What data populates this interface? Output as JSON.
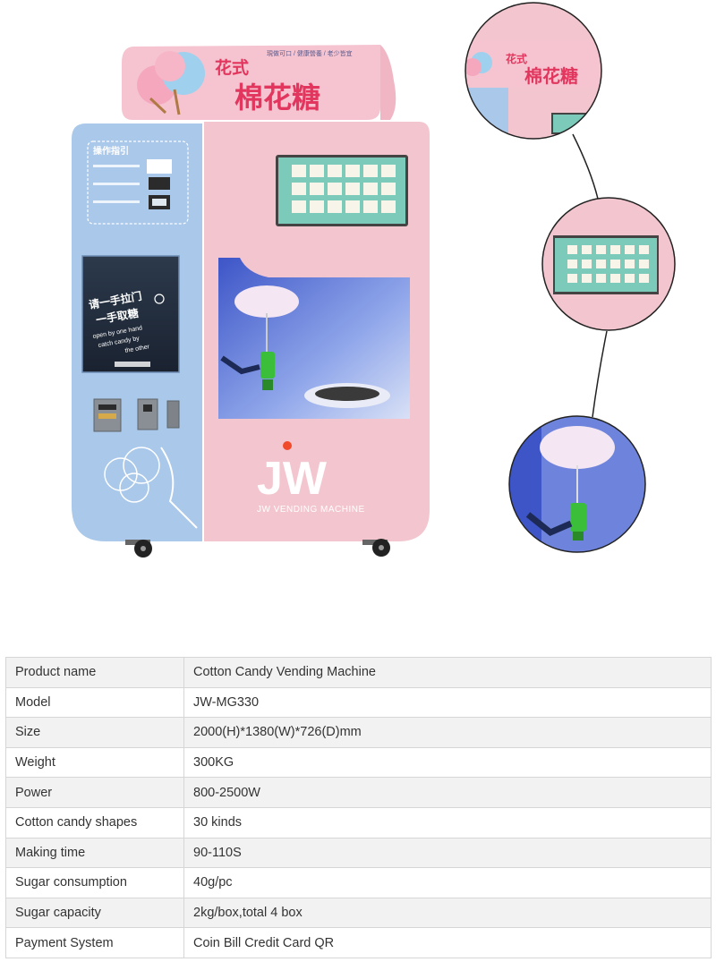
{
  "machine": {
    "brand_logo": "JW",
    "brand_subtitle": "JW VENDING MACHINE",
    "sign_title_small": "花式",
    "sign_title_large": "棉花糖",
    "sign_tagline": "現做可口 / 健康營養 / 老少皆宜",
    "panel_heading": "操作指引",
    "window_cn_line1": "请一手拉门",
    "window_cn_line2": "一手取糖",
    "window_en_line1": "open by one hand",
    "window_en_line2": "catch candy by",
    "window_en_line3": "the other"
  },
  "colors": {
    "pink_body": "#f3c6cf",
    "blue_panel": "#a9c8ea",
    "screen_bg": "#7ccab9",
    "chamber_blue": "#5a6fd0",
    "accent_green": "#3bbf3b"
  },
  "specs": {
    "rows": [
      {
        "key": "Product name",
        "value": "Cotton Candy Vending Machine"
      },
      {
        "key": "Model",
        "value": "JW-MG330"
      },
      {
        "key": "Size",
        "value": "2000(H)*1380(W)*726(D)mm"
      },
      {
        "key": "Weight",
        "value": "300KG"
      },
      {
        "key": "Power",
        "value": "800-2500W"
      },
      {
        "key": "Cotton candy shapes",
        "value": "30 kinds"
      },
      {
        "key": "Making time",
        "value": "90-110S"
      },
      {
        "key": "Sugar consumption",
        "value": "40g/pc"
      },
      {
        "key": "Sugar capacity",
        "value": "2kg/box,total 4 box"
      },
      {
        "key": "Payment System",
        "value": "Coin Bill Credit Card QR"
      }
    ]
  }
}
